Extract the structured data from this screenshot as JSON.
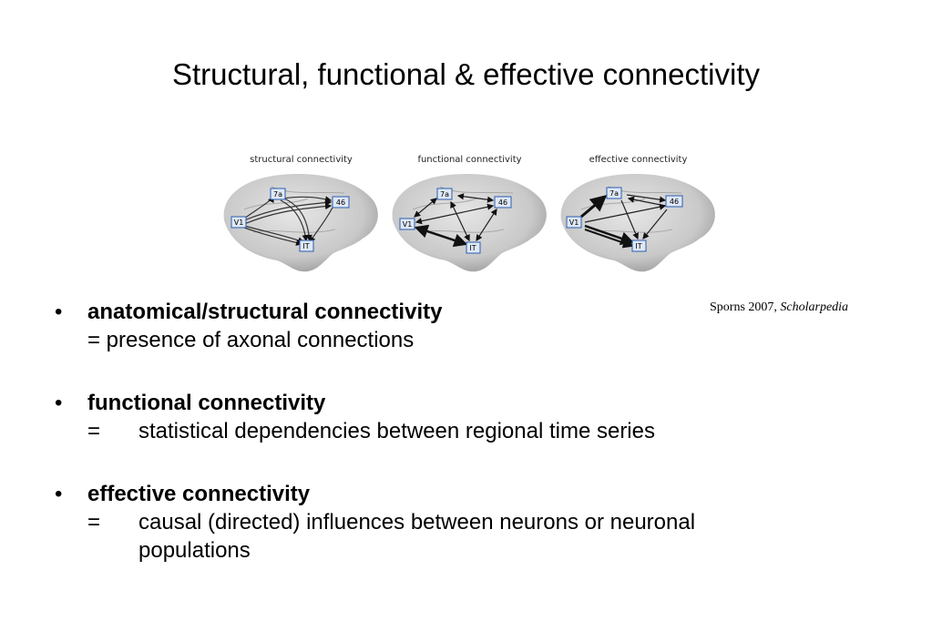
{
  "slide": {
    "title": "Structural, functional & effective connectivity",
    "citation_author": "Sporns 2007, ",
    "citation_source": "Scholarpedia"
  },
  "figure": {
    "panels": [
      {
        "title": "structural connectivity",
        "nodes": [
          "7a",
          "46",
          "V1",
          "IT"
        ]
      },
      {
        "title": "functional connectivity",
        "nodes": [
          "7a",
          "46",
          "V1",
          "IT"
        ]
      },
      {
        "title": "effective connectivity",
        "nodes": [
          "7a",
          "46",
          "V1",
          "IT"
        ]
      }
    ]
  },
  "bullets": [
    {
      "bullet": "•",
      "heading": "anatomical/structural connectivity",
      "eq": "",
      "text": "= presence of axonal connections"
    },
    {
      "bullet": "•",
      "heading": "functional connectivity",
      "eq": "=",
      "text": "statistical dependencies between regional time series"
    },
    {
      "bullet": "•",
      "heading": "effective connectivity",
      "eq": "=",
      "text": "causal (directed) influences between neurons or neuronal populations"
    }
  ]
}
